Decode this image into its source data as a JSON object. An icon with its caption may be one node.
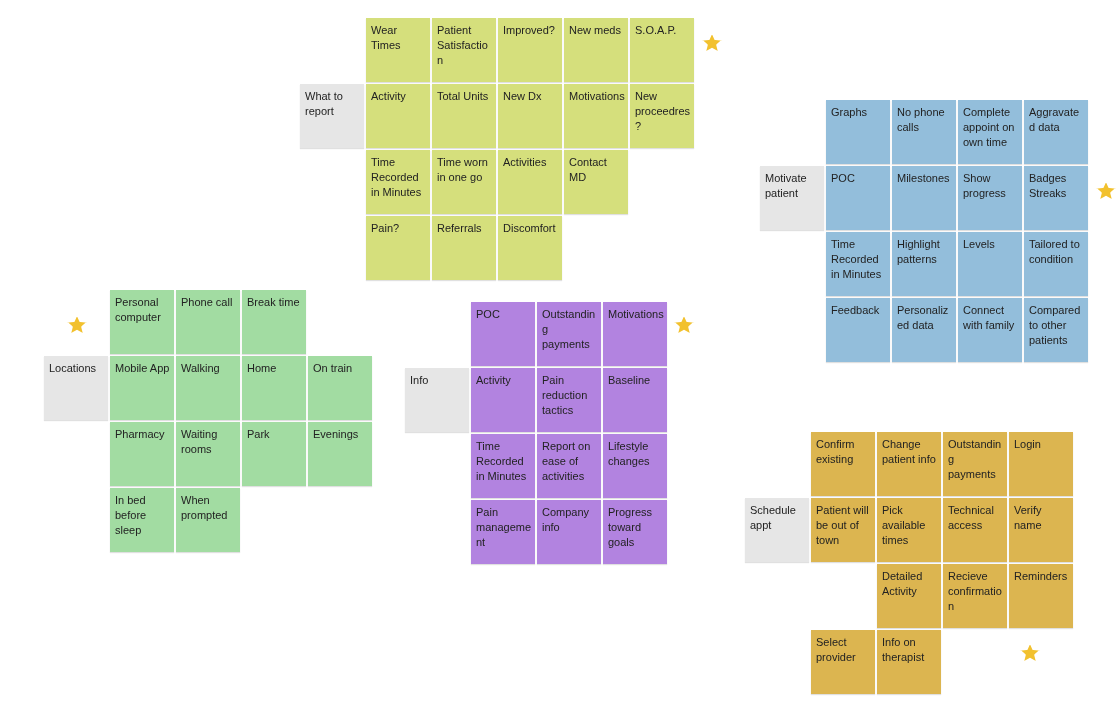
{
  "diagram": {
    "nodes": [
      {
        "text": [
          "What to report"
        ]
      },
      {
        "text": [
          "Wear Times"
        ]
      },
      {
        "text": [
          "Activity"
        ]
      },
      {
        "text": [
          "Patient Satisfaction"
        ]
      },
      {
        "text": [
          "Improved?"
        ]
      },
      {
        "text": [
          "New Dx"
        ]
      },
      {
        "text": [
          "New meds"
        ]
      },
      {
        "text": [
          "Motivations"
        ]
      },
      {
        "text": [
          "S.O.A.P."
        ]
      },
      {
        "text": [
          "Time Recorded in Minutes"
        ]
      },
      {
        "text": [
          "Total Units"
        ]
      },
      {
        "text": [
          "Activities"
        ]
      },
      {
        "text": [
          "Contact MD"
        ]
      },
      {
        "text": [
          "New proceedres?"
        ]
      },
      {
        "text": [
          "Time worn in one go"
        ]
      },
      {
        "text": [
          "Discomfort"
        ]
      },
      {
        "text": [
          "Pain?"
        ]
      },
      {
        "text": [
          "Referrals"
        ]
      },
      {
        "text": [
          "Motivate patient"
        ]
      },
      {
        "text": [
          "Graphs"
        ]
      },
      {
        "text": [
          "No phone calls"
        ]
      },
      {
        "text": [
          "Complete appoint on own time"
        ]
      },
      {
        "text": [
          "POC"
        ]
      },
      {
        "text": [
          "Show progress"
        ]
      },
      {
        "text": [
          "Aggravated data"
        ]
      },
      {
        "text": [
          "Badges Streaks"
        ]
      },
      {
        "text": [
          "Time Recorded in Minutes"
        ]
      },
      {
        "text": [
          "Milestones"
        ]
      },
      {
        "text": [
          "Levels"
        ]
      },
      {
        "text": [
          "Tailored to condition"
        ]
      },
      {
        "text": [
          "Highlight patterns"
        ]
      },
      {
        "text": [
          "Connect with family"
        ]
      },
      {
        "text": [
          "Feedback"
        ]
      },
      {
        "text": [
          "Personalized data"
        ]
      },
      {
        "text": [
          "Compared to other patients"
        ]
      },
      {
        "text": [
          "Locations"
        ]
      },
      {
        "text": [
          "Personal computer"
        ]
      },
      {
        "text": [
          "Phone call"
        ]
      },
      {
        "text": [
          "Mobile App"
        ]
      },
      {
        "text": [
          "Break time"
        ]
      },
      {
        "text": [
          "Pharmacy"
        ]
      },
      {
        "text": [
          "Walking"
        ]
      },
      {
        "text": [
          "Home"
        ]
      },
      {
        "text": [
          "On train"
        ]
      },
      {
        "text": [
          "Evenings"
        ]
      },
      {
        "text": [
          "Waiting rooms"
        ]
      },
      {
        "text": [
          "Park"
        ]
      },
      {
        "text": [
          "In bed before sleep"
        ]
      },
      {
        "text": [
          "When prompted"
        ]
      },
      {
        "text": [
          "Info"
        ]
      },
      {
        "text": [
          "POC"
        ]
      },
      {
        "text": [
          "Outstanding payments"
        ]
      },
      {
        "text": [
          "Activity"
        ]
      },
      {
        "text": [
          "Motivations"
        ]
      },
      {
        "text": [
          "Baseline"
        ]
      },
      {
        "text": [
          "Time Recorded in Minutes"
        ]
      },
      {
        "text": [
          "Pain reduction tactics"
        ]
      },
      {
        "text": [
          "Report on ease of activities"
        ]
      },
      {
        "text": [
          "Lifestyle changes"
        ]
      },
      {
        "text": [
          "Pain management"
        ]
      },
      {
        "text": [
          "Company info"
        ]
      },
      {
        "text": [
          "Progress toward goals"
        ]
      },
      {
        "text": [
          "Schedule appt"
        ]
      },
      {
        "text": [
          "Change patient info"
        ]
      },
      {
        "text": [
          "Confirm existing"
        ]
      },
      {
        "text": [
          "Outstanding payments"
        ]
      },
      {
        "text": [
          "Login"
        ]
      },
      {
        "text": [
          "Verify name"
        ]
      },
      {
        "text": [
          "Patient will be out of town"
        ]
      },
      {
        "text": [
          "Pick available times"
        ]
      },
      {
        "text": [
          "Technical access"
        ]
      },
      {
        "text": [
          "Reminders"
        ]
      },
      {
        "text": [
          "Detailed Activity"
        ]
      },
      {
        "text": [
          "Recieve confirmation"
        ]
      },
      {
        "text": [
          "Select provider"
        ]
      },
      {
        "text": [
          "Info on therapist"
        ]
      }
    ]
  }
}
